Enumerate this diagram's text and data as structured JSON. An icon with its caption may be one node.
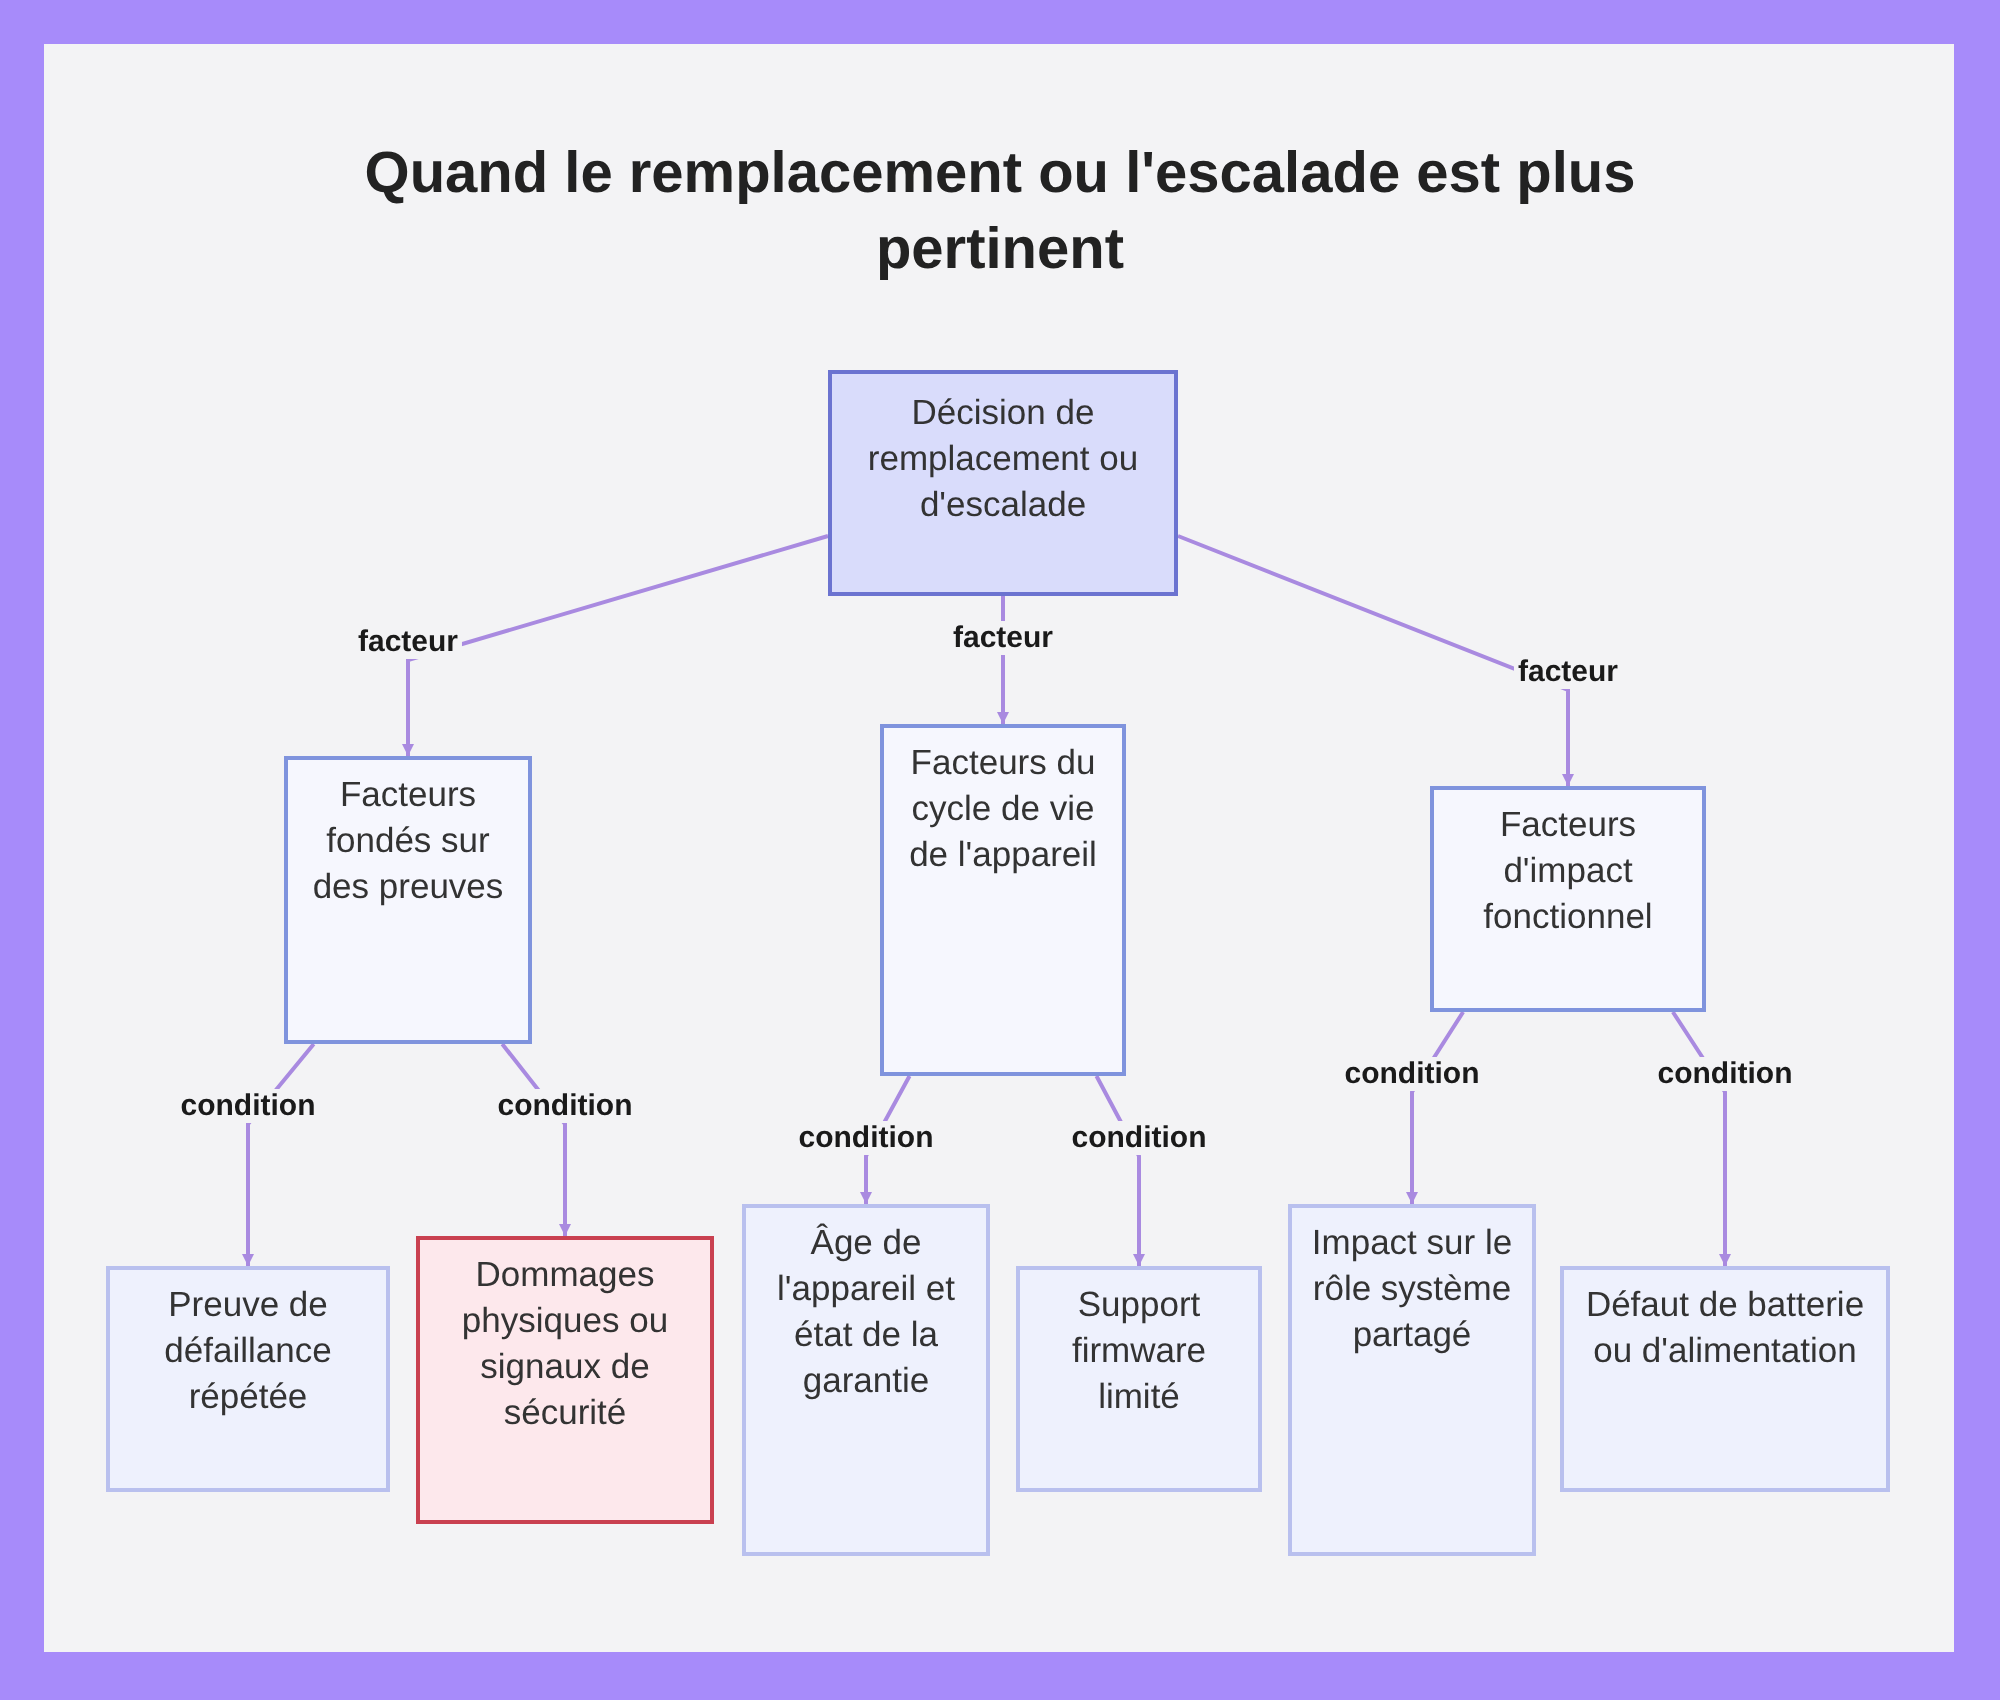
{
  "diagram": {
    "title": "Quand le remplacement ou l'escalade est plus pertinent",
    "nodes": [
      {
        "text": [
          "Décision de remplacement ou d'escalade"
        ]
      },
      {
        "text": [
          "Facteurs fondés sur des preuves"
        ]
      },
      {
        "text": [
          "Facteurs du cycle de vie de l'appareil"
        ]
      },
      {
        "text": [
          "Facteurs d'impact fonctionnel"
        ]
      },
      {
        "text": [
          "Preuve de défaillance répétée"
        ]
      },
      {
        "text": [
          "Dommages physiques ou signaux de sécurité"
        ]
      },
      {
        "text": [
          "Âge de l'appareil et état de la garantie"
        ]
      },
      {
        "text": [
          "Support firmware limité"
        ]
      },
      {
        "text": [
          "Impact sur le rôle système partagé"
        ]
      },
      {
        "text": [
          "Défaut de batterie ou d'alimentation"
        ]
      }
    ],
    "edges": [
      {
        "from": 0,
        "to": 1,
        "arrow": "to",
        "label": "facteur"
      },
      {
        "from": 0,
        "to": 2,
        "arrow": "to",
        "label": "facteur"
      },
      {
        "from": 0,
        "to": 3,
        "arrow": "to",
        "label": "facteur"
      },
      {
        "from": 1,
        "to": 4,
        "arrow": "to",
        "label": "condition"
      },
      {
        "from": 1,
        "to": 5,
        "arrow": "to",
        "label": "condition"
      },
      {
        "from": 2,
        "to": 6,
        "arrow": "to",
        "label": "condition"
      },
      {
        "from": 2,
        "to": 7,
        "arrow": "to",
        "label": "condition"
      },
      {
        "from": 3,
        "to": 8,
        "arrow": "to",
        "label": "condition"
      },
      {
        "from": 3,
        "to": 9,
        "arrow": "to",
        "label": "condition"
      }
    ]
  }
}
